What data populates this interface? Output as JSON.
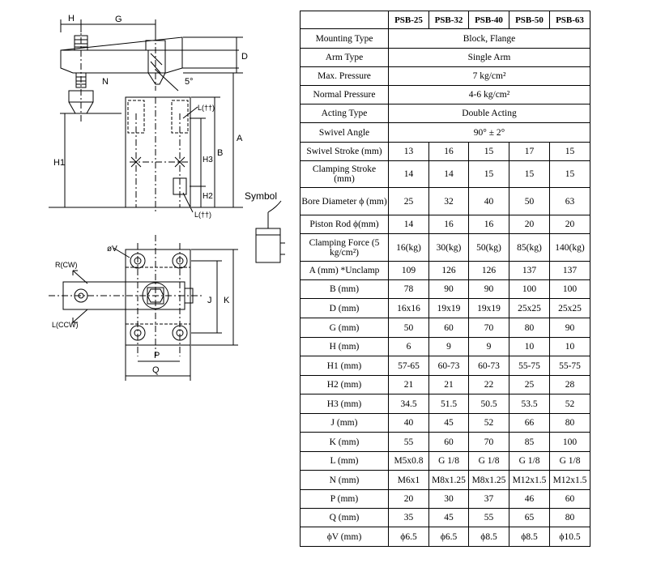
{
  "drawing": {
    "symbol_label": "Symbol",
    "dims": {
      "H": "H",
      "G": "G",
      "N": "N",
      "D": "D",
      "angle": "5°",
      "L_top": "L(††)",
      "B": "B",
      "A": "A",
      "H3": "H3",
      "H2": "H2",
      "L_bottom": "L(††)",
      "H1": "H1",
      "V": "øV",
      "R": "R(CW)",
      "L_ccw": "L(CCW)",
      "J": "J",
      "K": "K",
      "P": "P",
      "Q": "Q"
    }
  },
  "table": {
    "columns": [
      "",
      "PSB-25",
      "PSB-32",
      "PSB-40",
      "PSB-50",
      "PSB-63"
    ],
    "merged_rows": [
      {
        "label": "Mounting Type",
        "value": "Block, Flange"
      },
      {
        "label": "Arm Type",
        "value": "Single Arm"
      },
      {
        "label": "Max. Pressure",
        "value": "7 kg/cm²"
      },
      {
        "label": "Normal Pressure",
        "value": "4-6 kg/cm²"
      },
      {
        "label": "Acting Type",
        "value": "Double Acting"
      },
      {
        "label": "Swivel Angle",
        "value": "90° ± 2°"
      }
    ],
    "rows": [
      {
        "label": "Swivel Stroke (mm)",
        "values": [
          "13",
          "16",
          "15",
          "17",
          "15"
        ]
      },
      {
        "label": "Clamping Stroke (mm)",
        "values": [
          "14",
          "14",
          "15",
          "15",
          "15"
        ]
      },
      {
        "label": "Bore Diameter ϕ (mm)",
        "values": [
          "25",
          "32",
          "40",
          "50",
          "63"
        ]
      },
      {
        "label": "Piston Rod ϕ(mm)",
        "values": [
          "14",
          "16",
          "16",
          "20",
          "20"
        ]
      },
      {
        "label": "Clamping Force (5 kg/cm²)",
        "values": [
          "16(kg)",
          "30(kg)",
          "50(kg)",
          "85(kg)",
          "140(kg)"
        ]
      },
      {
        "label": "A (mm) *Unclamp",
        "values": [
          "109",
          "126",
          "126",
          "137",
          "137"
        ]
      },
      {
        "label": "B (mm)",
        "values": [
          "78",
          "90",
          "90",
          "100",
          "100"
        ]
      },
      {
        "label": "D (mm)",
        "values": [
          "16x16",
          "19x19",
          "19x19",
          "25x25",
          "25x25"
        ]
      },
      {
        "label": "G (mm)",
        "values": [
          "50",
          "60",
          "70",
          "80",
          "90"
        ]
      },
      {
        "label": "H (mm)",
        "values": [
          "6",
          "9",
          "9",
          "10",
          "10"
        ]
      },
      {
        "label": "H1 (mm)",
        "values": [
          "57-65",
          "60-73",
          "60-73",
          "55-75",
          "55-75"
        ]
      },
      {
        "label": "H2 (mm)",
        "values": [
          "21",
          "21",
          "22",
          "25",
          "28"
        ]
      },
      {
        "label": "H3 (mm)",
        "values": [
          "34.5",
          "51.5",
          "50.5",
          "53.5",
          "52"
        ]
      },
      {
        "label": "J (mm)",
        "values": [
          "40",
          "45",
          "52",
          "66",
          "80"
        ]
      },
      {
        "label": "K (mm)",
        "values": [
          "55",
          "60",
          "70",
          "85",
          "100"
        ]
      },
      {
        "label": "L (mm)",
        "values": [
          "M5x0.8",
          "G 1/8",
          "G 1/8",
          "G 1/8",
          "G 1/8"
        ]
      },
      {
        "label": "N (mm)",
        "values": [
          "M6x1",
          "M8x1.25",
          "M8x1.25",
          "M12x1.5",
          "M12x1.5"
        ]
      },
      {
        "label": "P (mm)",
        "values": [
          "20",
          "30",
          "37",
          "46",
          "60"
        ]
      },
      {
        "label": "Q (mm)",
        "values": [
          "35",
          "45",
          "55",
          "65",
          "80"
        ]
      },
      {
        "label": "ϕV (mm)",
        "values": [
          "ϕ6.5",
          "ϕ6.5",
          "ϕ8.5",
          "ϕ8.5",
          "ϕ10.5"
        ]
      }
    ]
  }
}
